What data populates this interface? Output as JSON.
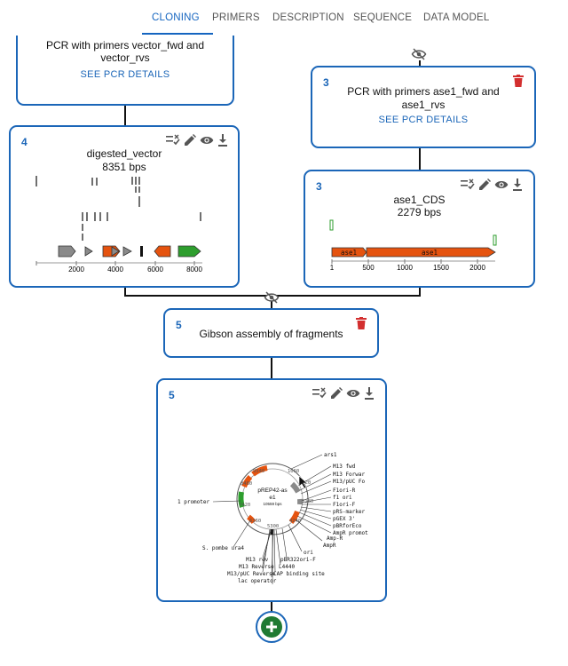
{
  "tabs": [
    {
      "label": "CLONING"
    },
    {
      "label": "PRIMERS"
    },
    {
      "label": "DESCRIPTION"
    },
    {
      "label": "SEQUENCE"
    },
    {
      "label": "DATA MODEL"
    }
  ],
  "cards": {
    "pcr_vector": {
      "title_line1": "PCR with primers vector_fwd and",
      "title_line2": "vector_rvs",
      "link": "SEE PCR DETAILS"
    },
    "pcr_ase1": {
      "id": "3",
      "title_line1": "PCR with primers ase1_fwd and",
      "title_line2": "ase1_rvs",
      "link": "SEE PCR DETAILS"
    },
    "digested_vector": {
      "id": "4",
      "name": "digested_vector",
      "size": "8351 bps",
      "ticks": [
        "2000",
        "4000",
        "6000",
        "8000"
      ]
    },
    "ase1_cds": {
      "id": "3",
      "name": "ase1_CDS",
      "size": "2279 bps",
      "feature_left": "ase1",
      "feature_right": "ase1",
      "ticks": [
        "1",
        "500",
        "1000",
        "1500",
        "2000"
      ]
    },
    "gibson": {
      "id": "5",
      "title": "Gibson assembly of fragments"
    },
    "result": {
      "id": "5",
      "plasmid_name_line1": "pREP42-as",
      "plasmid_name_line2": "e1",
      "plasmid_size": "10559 bps",
      "ring_ticks": [
        "1060",
        "2120",
        "3180",
        "4240",
        "5300",
        "6360",
        "7420",
        "8480",
        "9540"
      ],
      "labels": {
        "ars1": "ars1",
        "m13_fwd": "M13 fwd",
        "m13_forwar": "M13 Forwar",
        "m13_puc_fo": "M13/pUC Fo",
        "flori_r": "F1ori-R",
        "f1_ori": "f1 ori",
        "flori_f": "F1ori-F",
        "prs_marker": "pRS-marker",
        "pgex3": "pGEX 3'",
        "pbrforeco": "pBRforEco",
        "ampr_promot": "AmpR promot",
        "amp_r": "Amp-R",
        "ampr": "AmpR",
        "ori": "ori",
        "pbr322ori": "pBR322ori-F",
        "l4440": "L4440",
        "cap": "CAP binding site",
        "lac_operator": "lac operator",
        "m13_puc_reverse": "M13/pUC Reverse",
        "m13_reverse": "M13 Reverse",
        "m13_rev": "M13 rev",
        "s_pombe_ura4": "S. pombe ura4",
        "promoter": "1 promoter"
      }
    }
  },
  "colors": {
    "accent": "#1b66b8",
    "feature_orange": "#e5530f",
    "feature_green": "#2e9e2e",
    "feature_gray": "#8a8a8a",
    "delete_red": "#d32f2f",
    "add_green": "#1f7a33"
  },
  "icons": [
    "hide-icon",
    "delete-icon",
    "checklist-icon",
    "edit-icon",
    "view-icon",
    "download-icon",
    "add-icon"
  ]
}
